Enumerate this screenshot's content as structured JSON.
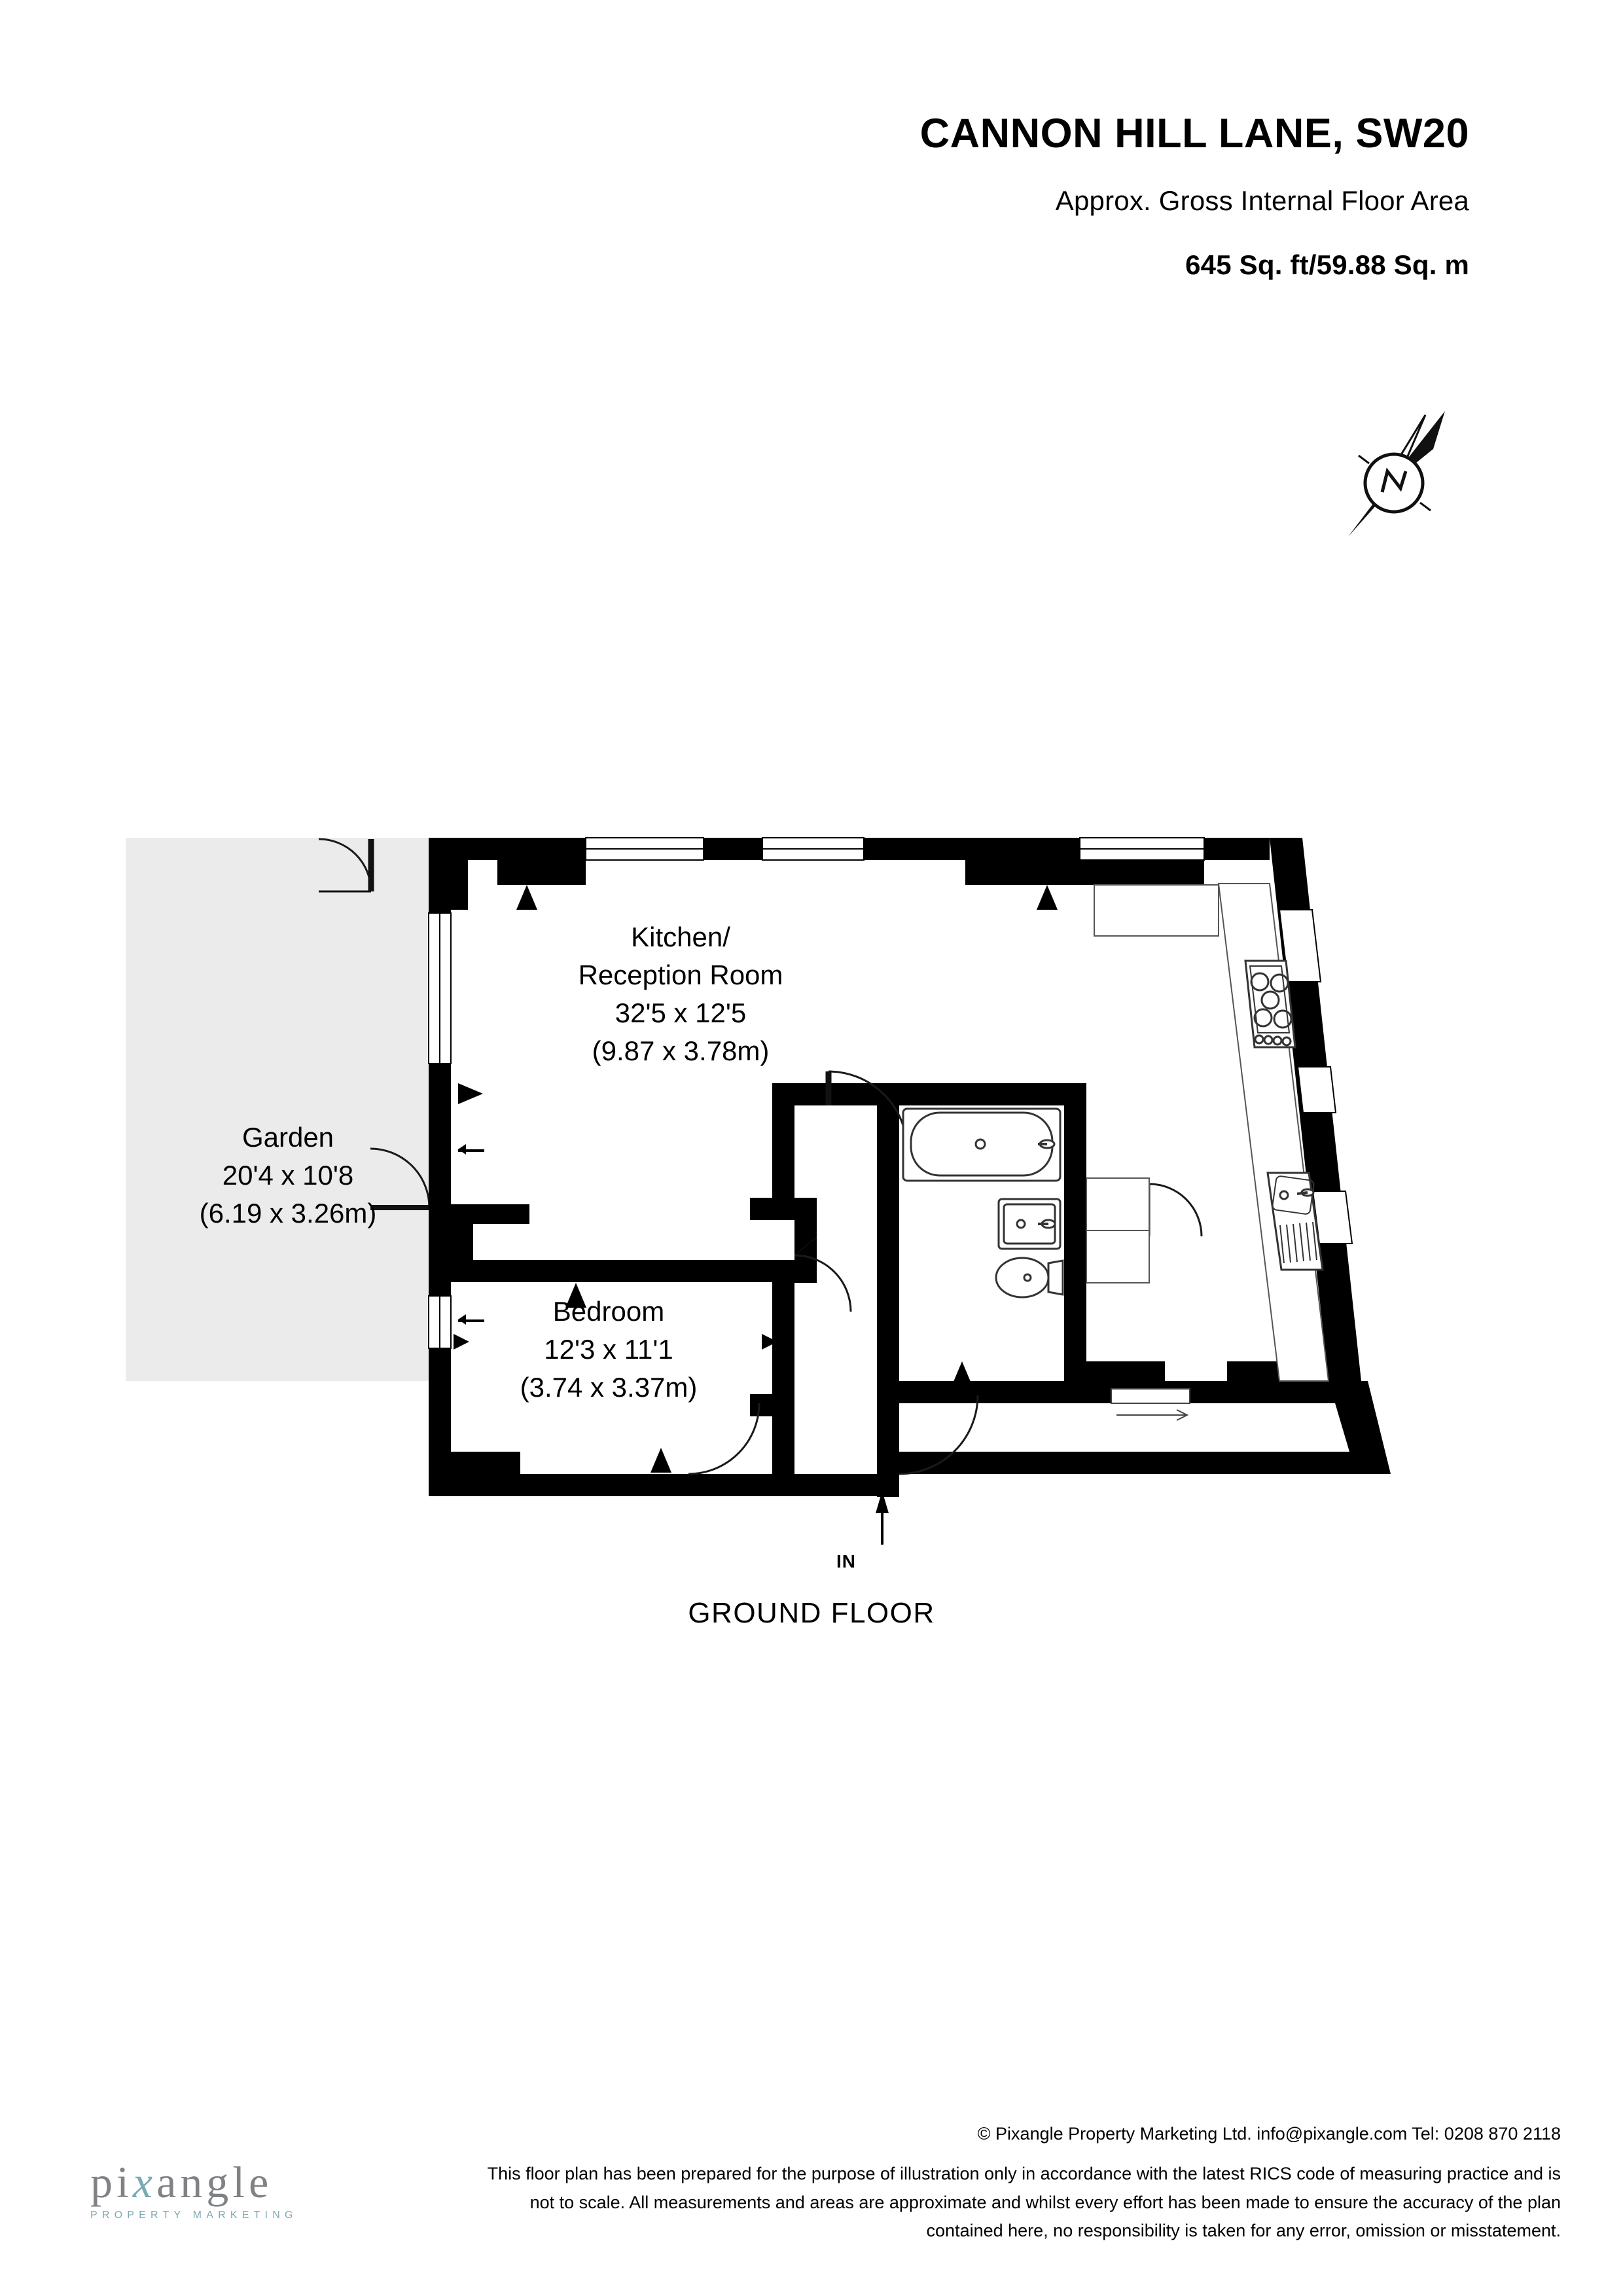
{
  "header": {
    "title": "CANNON HILL LANE, SW20",
    "area_label": "Approx. Gross Internal Floor Area",
    "area_value": "645 Sq. ft/59.88 Sq. m"
  },
  "compass": {
    "letter": "N",
    "name": "north-arrow"
  },
  "plan": {
    "floor_caption": "GROUND FLOOR",
    "entrance_label": "IN",
    "rooms": [
      {
        "id": "garden",
        "name": "Garden",
        "dim_imperial": "20'4 x 10'8",
        "dim_metric": "(6.19 x 3.26m)",
        "fill": "#ebebeb"
      },
      {
        "id": "kitchen-reception",
        "name_line1": "Kitchen/",
        "name_line2": "Reception Room",
        "dim_imperial": "32'5 x 12'5",
        "dim_metric": "(9.87 x 3.78m)",
        "fill": "#ffffff"
      },
      {
        "id": "bedroom",
        "name": "Bedroom",
        "dim_imperial": "12'3 x 11'1",
        "dim_metric": "(3.74 x 3.37m)",
        "fill": "#ffffff"
      }
    ],
    "fixtures": [
      {
        "id": "bath",
        "label": "bathtub"
      },
      {
        "id": "basin",
        "label": "wash-basin"
      },
      {
        "id": "wc",
        "label": "toilet"
      },
      {
        "id": "hob",
        "label": "cooker-hob"
      },
      {
        "id": "sink",
        "label": "kitchen-sink"
      },
      {
        "id": "radiator",
        "label": "radiator"
      }
    ],
    "colors": {
      "wall": "#000000",
      "garden": "#ebebeb",
      "fixture_stroke": "#222222"
    }
  },
  "footer": {
    "copyright": "© Pixangle Property Marketing Ltd. info@pixangle.com Tel: 0208 870 2118",
    "disclaimer_line1": "This floor plan has been prepared for the purpose of illustration only in accordance with the latest RICS code of measuring practice and is",
    "disclaimer_line2": "not to scale. All measurements and areas are approximate and whilst every effort has been made to ensure the accuracy of the plan",
    "disclaimer_line3": "contained here, no responsibility is taken for any error, omission or misstatement."
  },
  "logo": {
    "word_pre": "pi",
    "word_x": "x",
    "word_post": "angle",
    "sub": "PROPERTY MARKETING",
    "gray": "#808285",
    "teal": "#79aab5"
  }
}
